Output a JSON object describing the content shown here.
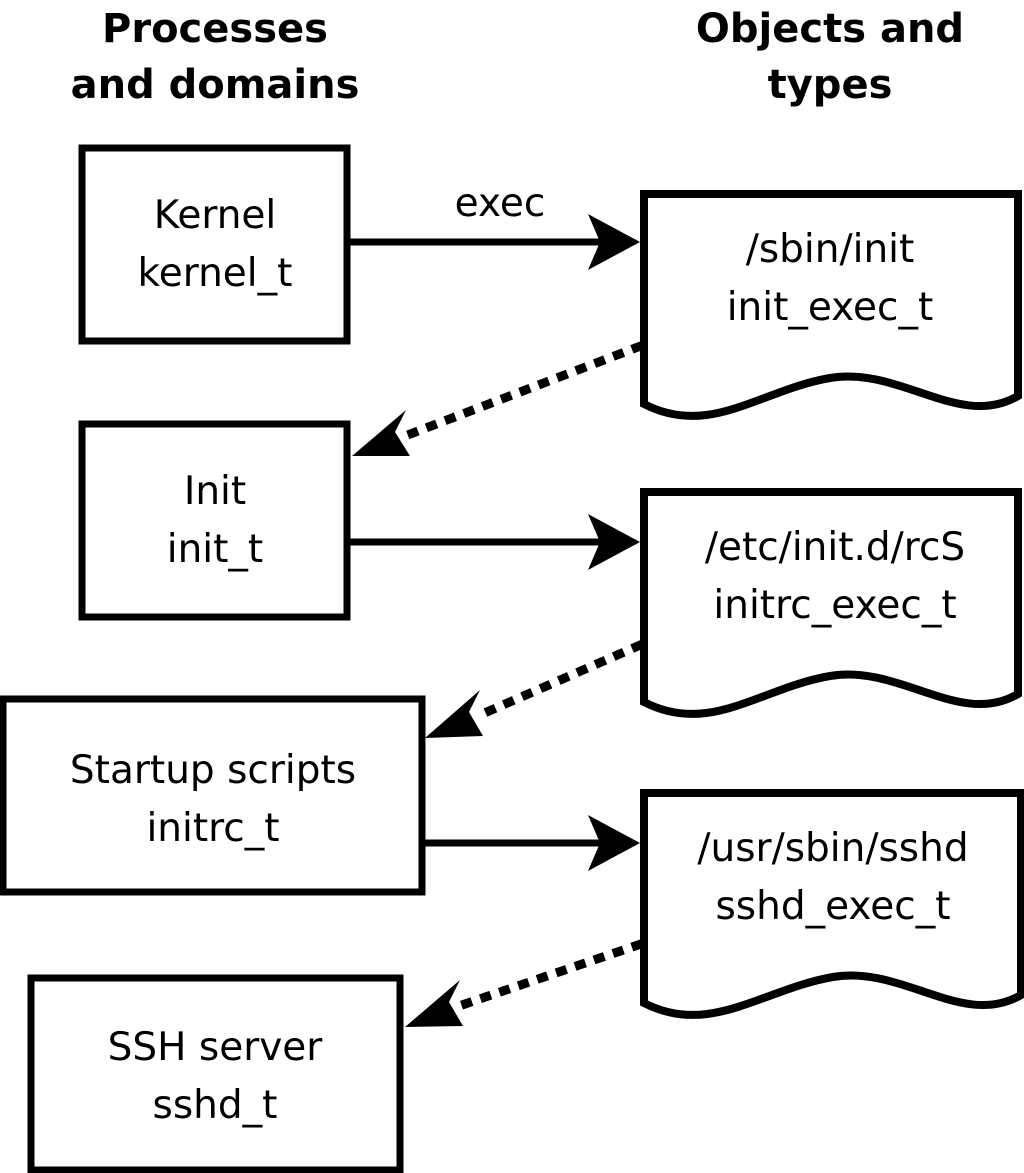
{
  "diagram": {
    "title_columns": [
      {
        "id": "processes",
        "label_line1": "Processes",
        "label_line2": "and domains"
      },
      {
        "id": "objects",
        "label_line1": "Objects and",
        "label_line2": "types"
      }
    ],
    "colors": {
      "stroke": "#000000",
      "fill": "#ffffff",
      "text": "#000000"
    },
    "process_nodes": [
      {
        "id": "kernel",
        "line1": "Kernel",
        "line2": "kernel_t"
      },
      {
        "id": "init",
        "line1": "Init",
        "line2": "init_t"
      },
      {
        "id": "initrc",
        "line1": "Startup scripts",
        "line2": "initrc_t"
      },
      {
        "id": "sshd",
        "line1": "SSH server",
        "line2": "sshd_t"
      }
    ],
    "object_nodes": [
      {
        "id": "init_exec",
        "line1": "/sbin/init",
        "line2": "init_exec_t"
      },
      {
        "id": "initrc_exec",
        "line1": "/etc/init.d/rcS",
        "line2": "initrc_exec_t"
      },
      {
        "id": "sshd_exec",
        "line1": "/usr/sbin/sshd",
        "line2": "sshd_exec_t"
      }
    ],
    "edges": [
      {
        "id": "kernel-exec-init_exec",
        "from": "kernel",
        "to": "init_exec",
        "style": "solid",
        "label": "exec"
      },
      {
        "id": "init_exec-transition-init",
        "from": "init_exec",
        "to": "init",
        "style": "dotted",
        "label": ""
      },
      {
        "id": "init-exec-initrc_exec",
        "from": "init",
        "to": "initrc_exec",
        "style": "solid",
        "label": ""
      },
      {
        "id": "initrc_exec-transition-initrc",
        "from": "initrc_exec",
        "to": "initrc",
        "style": "dotted",
        "label": ""
      },
      {
        "id": "initrc-exec-sshd_exec",
        "from": "initrc",
        "to": "sshd_exec",
        "style": "solid",
        "label": ""
      },
      {
        "id": "sshd_exec-transition-sshd",
        "from": "sshd_exec",
        "to": "sshd",
        "style": "dotted",
        "label": ""
      }
    ]
  }
}
